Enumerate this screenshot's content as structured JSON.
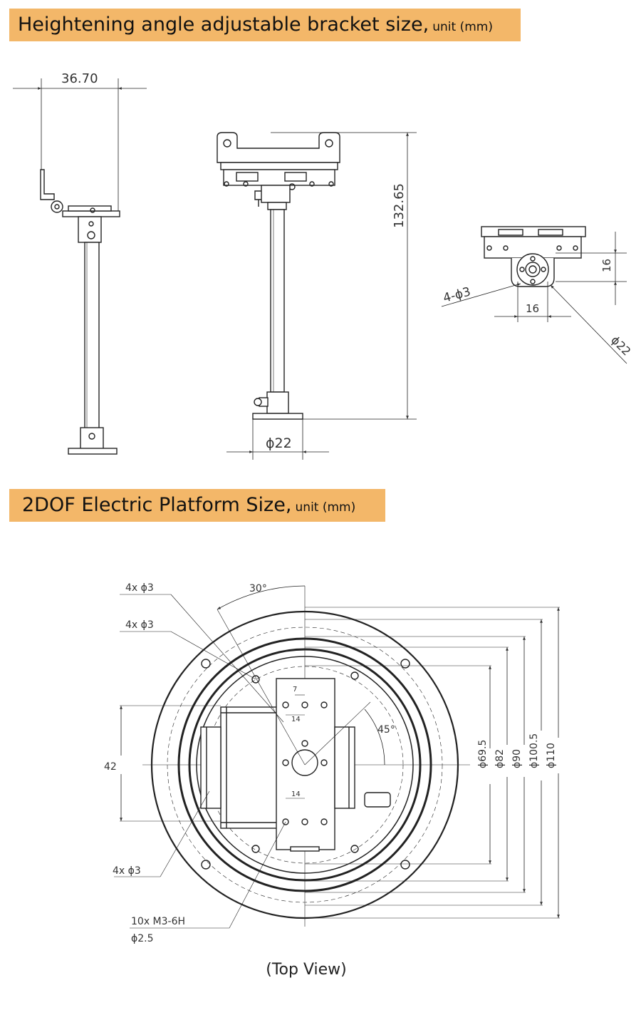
{
  "section1": {
    "title": "Heightening angle adjustable bracket size,",
    "unit": "unit (mm)",
    "dims": {
      "width_top": "36.70",
      "height": "132.65",
      "base_dia": "ϕ22",
      "holes": "4-ϕ3",
      "sq_h": "16",
      "sq_w": "16",
      "circle_dia": "ϕ22"
    }
  },
  "section2": {
    "title": "2DOF Electric Platform Size,",
    "unit": "unit  (mm)",
    "dims": {
      "angle30": "30°",
      "angle45": "45°",
      "holes_a": "4x ϕ3",
      "holes_b": "4x ϕ3",
      "holes_c": "4x ϕ3",
      "thread_line1": "10x M3-6H",
      "thread_line2": "ϕ2.5",
      "d42": "42",
      "d7": "7",
      "d14a": "14",
      "d14b": "14",
      "d69": "ϕ69.5",
      "d82": "ϕ82",
      "d90": "ϕ90",
      "d100": "ϕ100.5",
      "d110": "ϕ110"
    },
    "caption": "(Top View)"
  }
}
